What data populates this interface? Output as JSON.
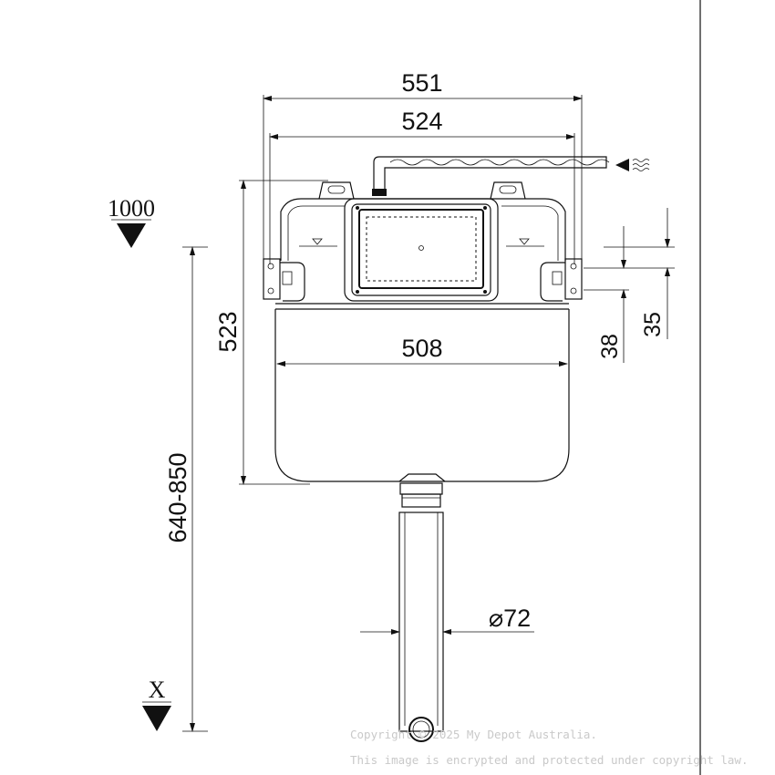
{
  "drawing": {
    "dimensions": {
      "overall_width": "551",
      "frame_width": "524",
      "tank_width": "508",
      "tank_height": "523",
      "install_height": "640-850",
      "bracket_offset_1": "38",
      "bracket_offset_2": "35",
      "pipe_diameter": "⌀72"
    },
    "markers": {
      "top_mark": "1000",
      "bottom_mark": "X"
    },
    "watermark": {
      "line1": "Copyright © 2025 My Depot Australia.",
      "line2": "This image is encrypted and protected under copyright law."
    }
  }
}
